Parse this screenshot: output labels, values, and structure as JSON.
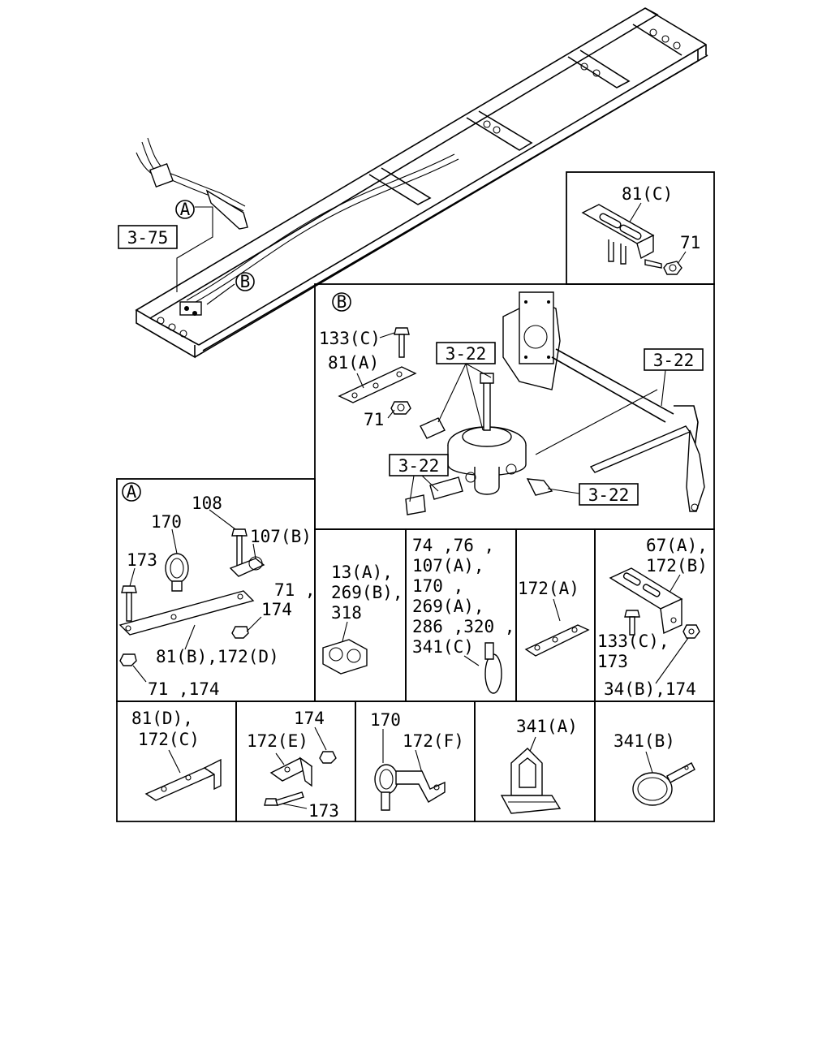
{
  "callouts": {
    "a": "A",
    "b": "B",
    "ref_3_75": "3-75",
    "ref_3_22_top": "3-22",
    "ref_3_22_right": "3-22",
    "ref_3_22_left": "3-22",
    "ref_3_22_lower": "3-22"
  },
  "labels": {
    "p81c": "81(C)",
    "p71_topright": "71",
    "p133c": "133(C)",
    "p81a": "81(A)",
    "p71_b": "71",
    "p108": "108",
    "p170_a": "170",
    "p107b": "107(B)",
    "p173_a": "173",
    "p71_a_comma": "71 ,",
    "p174_a": "174",
    "p81b_172d": "81(B),172(D)",
    "p71_174": "71 ,174",
    "mid1_line1": "13(A),",
    "mid1_line2": "269(B),",
    "mid1_line3": "318",
    "mid2_line1": "74 ,76 ,",
    "mid2_line2": "107(A),",
    "mid2_line3": "170 ,",
    "mid2_line4": "269(A),",
    "mid2_line5": "286 ,320 ,",
    "mid2_line6": "341(C)",
    "p172a": "172(A)",
    "right_line1": "67(A),",
    "right_line2": "172(B)",
    "right_133c": "133(C),",
    "right_173": "173",
    "right_34b": "34(B),174",
    "b1_line1": "81(D),",
    "b1_line2": "172(C)",
    "b2_174": "174",
    "b2_172e": "172(E)",
    "b2_173": "173",
    "b3_170": "170",
    "b3_172f": "172(F)",
    "b4_341a": "341(A)",
    "b5_341b": "341(B)"
  }
}
